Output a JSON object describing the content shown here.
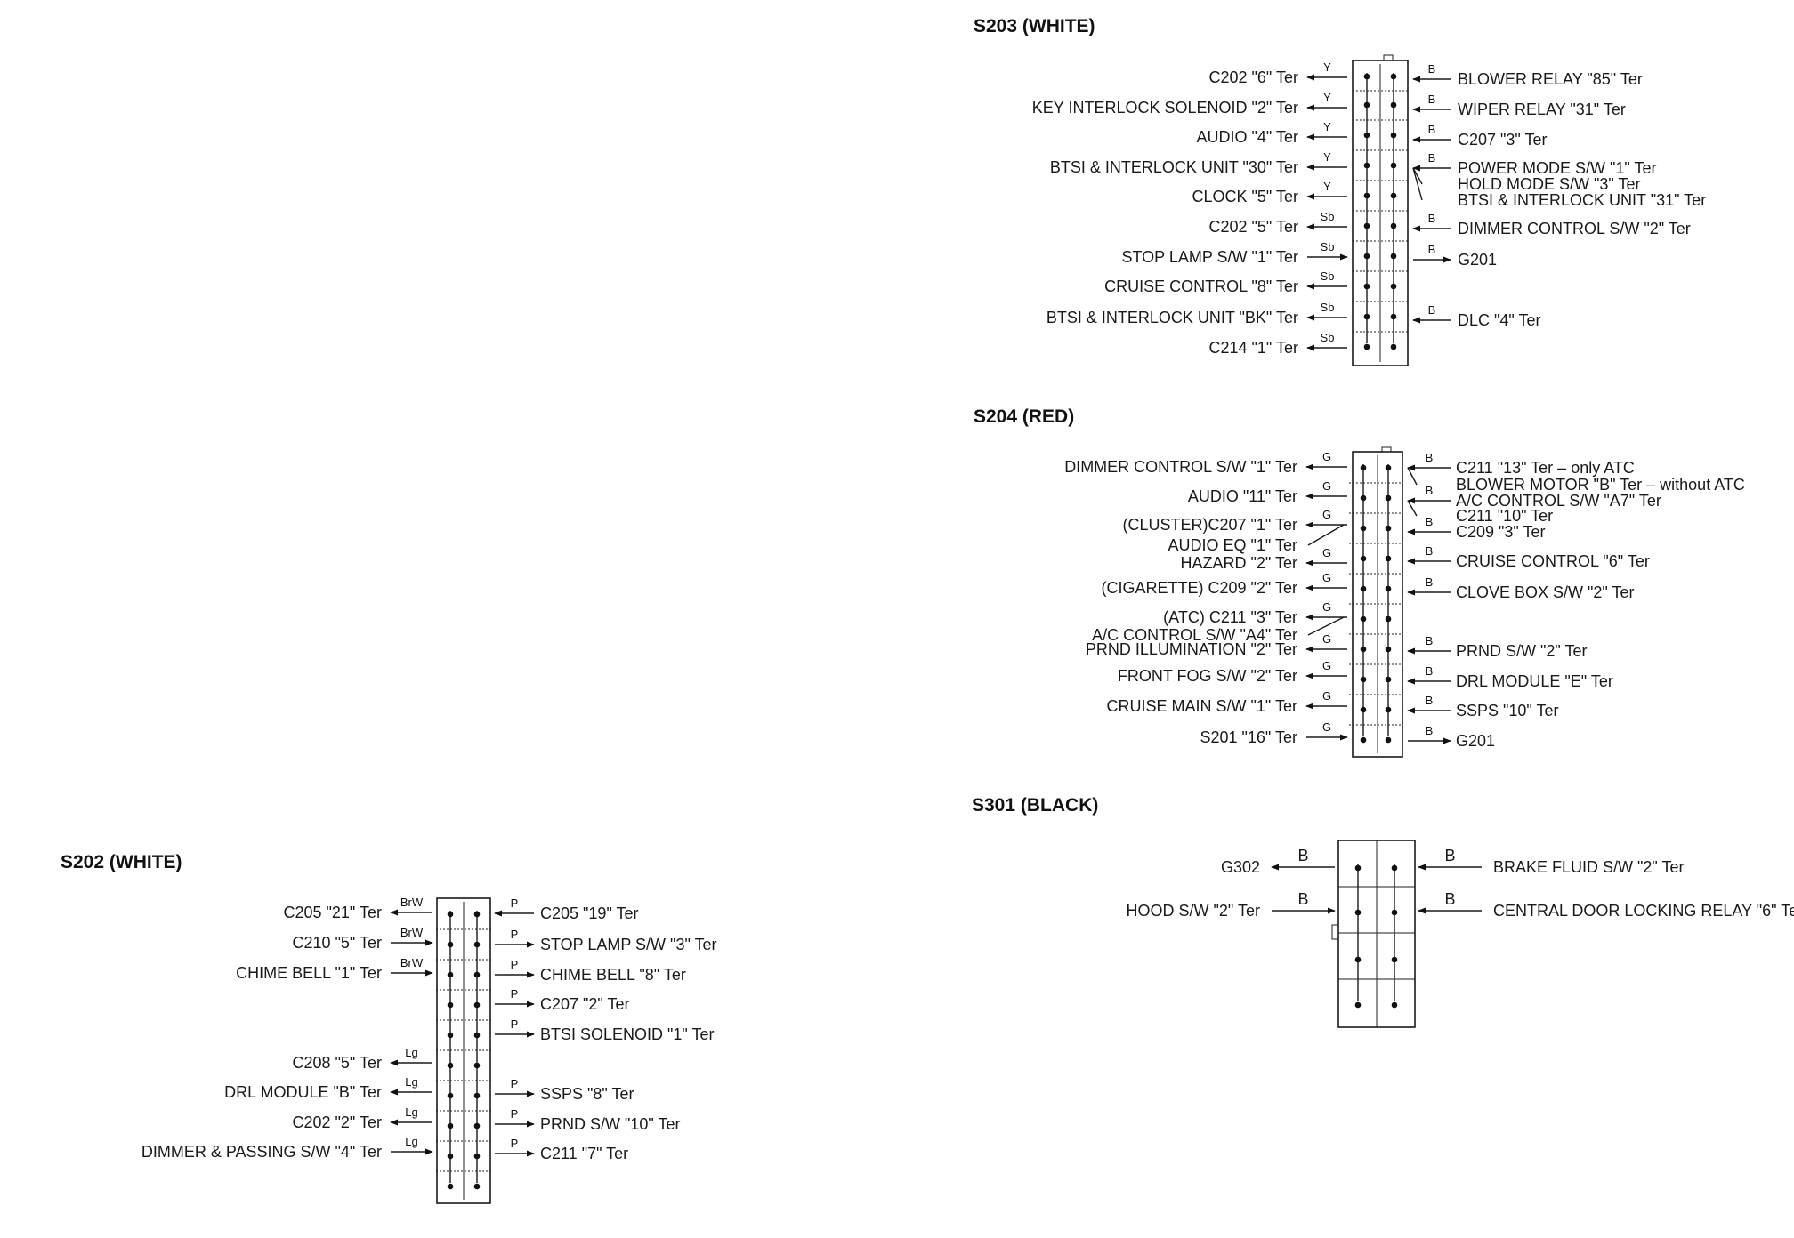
{
  "splices": [
    {
      "id": "s203",
      "title": "S203 (WHITE)",
      "left": [
        {
          "label": "C202 \"6\" Ter",
          "wire": "Y",
          "dir": "out"
        },
        {
          "label": "KEY INTERLOCK SOLENOID \"2\" Ter",
          "wire": "Y",
          "dir": "out"
        },
        {
          "label": "AUDIO \"4\" Ter",
          "wire": "Y",
          "dir": "out"
        },
        {
          "label": "BTSI & INTERLOCK UNIT \"30\" Ter",
          "wire": "Y",
          "dir": "out"
        },
        {
          "label": "CLOCK \"5\" Ter",
          "wire": "Y",
          "dir": "out"
        },
        {
          "label": "C202 \"5\" Ter",
          "wire": "Sb",
          "dir": "out"
        },
        {
          "label": "STOP LAMP S/W \"1\" Ter",
          "wire": "Sb",
          "dir": "in"
        },
        {
          "label": "CRUISE CONTROL \"8\" Ter",
          "wire": "Sb",
          "dir": "out"
        },
        {
          "label": "BTSI & INTERLOCK UNIT \"BK\" Ter",
          "wire": "Sb",
          "dir": "out"
        },
        {
          "label": "C214 \"1\" Ter",
          "wire": "Sb",
          "dir": "out"
        }
      ],
      "right": [
        {
          "label": "BLOWER RELAY \"85\" Ter",
          "wire": "B",
          "dir": "in"
        },
        {
          "label": "WIPER RELAY \"31\" Ter",
          "wire": "B",
          "dir": "in"
        },
        {
          "label": "C207 \"3\" Ter",
          "wire": "B",
          "dir": "in"
        },
        {
          "label": "POWER MODE S/W \"1\" Ter",
          "wire": "B",
          "dir": "in"
        },
        {
          "label": "HOLD MODE S/W \"3\" Ter",
          "wire": "",
          "dir": "in"
        },
        {
          "label": "BTSI & INTERLOCK UNIT \"31\" Ter",
          "wire": "",
          "dir": "in"
        },
        {
          "label": "DIMMER CONTROL S/W \"2\" Ter",
          "wire": "B",
          "dir": "in"
        },
        {
          "label": "G201",
          "wire": "B",
          "dir": "out"
        },
        {
          "label": "DLC \"4\" Ter",
          "wire": "B",
          "dir": "in"
        }
      ]
    },
    {
      "id": "s204",
      "title": "S204 (RED)",
      "left": [
        {
          "label": "DIMMER CONTROL S/W \"1\" Ter",
          "wire": "G",
          "dir": "out"
        },
        {
          "label": "AUDIO \"11\" Ter",
          "wire": "G",
          "dir": "out"
        },
        {
          "label": "(CLUSTER)C207 \"1\" Ter",
          "wire": "G",
          "dir": "out"
        },
        {
          "label": "AUDIO EQ \"1\" Ter",
          "wire": "",
          "dir": "out"
        },
        {
          "label": "HAZARD \"2\" Ter",
          "wire": "G",
          "dir": "out"
        },
        {
          "label": "(CIGARETTE) C209 \"2\" Ter",
          "wire": "G",
          "dir": "out"
        },
        {
          "label": "(ATC) C211 \"3\" Ter",
          "wire": "G",
          "dir": "out"
        },
        {
          "label": "A/C CONTROL S/W \"A4\" Ter",
          "wire": "",
          "dir": "out"
        },
        {
          "label": "PRND ILLUMINATION \"2\" Ter",
          "wire": "G",
          "dir": "out"
        },
        {
          "label": "FRONT FOG S/W \"2\" Ter",
          "wire": "G",
          "dir": "out"
        },
        {
          "label": "CRUISE MAIN S/W \"1\" Ter",
          "wire": "G",
          "dir": "out"
        },
        {
          "label": "S201 \"16\" Ter",
          "wire": "G",
          "dir": "in"
        }
      ],
      "right": [
        {
          "label": "C211 \"13\" Ter – only ATC",
          "wire": "B",
          "dir": "in"
        },
        {
          "label": "BLOWER MOTOR \"B\" Ter – without ATC",
          "wire": "",
          "dir": "in"
        },
        {
          "label": "A/C CONTROL S/W \"A7\" Ter",
          "wire": "B",
          "dir": "in"
        },
        {
          "label": "C211 \"10\" Ter",
          "wire": "",
          "dir": "in"
        },
        {
          "label": "C209 \"3\" Ter",
          "wire": "B",
          "dir": "in"
        },
        {
          "label": "CRUISE CONTROL \"6\" Ter",
          "wire": "B",
          "dir": "in"
        },
        {
          "label": "CLOVE BOX S/W \"2\" Ter",
          "wire": "B",
          "dir": "in"
        },
        {
          "label": "PRND S/W \"2\" Ter",
          "wire": "B",
          "dir": "in"
        },
        {
          "label": "DRL MODULE \"E\" Ter",
          "wire": "B",
          "dir": "in"
        },
        {
          "label": "SSPS \"10\" Ter",
          "wire": "B",
          "dir": "in"
        },
        {
          "label": "G201",
          "wire": "B",
          "dir": "out"
        }
      ]
    },
    {
      "id": "s301",
      "title": "S301 (BLACK)",
      "left": [
        {
          "label": "G302",
          "wire": "B",
          "dir": "out"
        },
        {
          "label": "HOOD S/W \"2\" Ter",
          "wire": "B",
          "dir": "in"
        }
      ],
      "right": [
        {
          "label": "BRAKE FLUID S/W \"2\" Ter",
          "wire": "B",
          "dir": "in"
        },
        {
          "label": "CENTRAL DOOR LOCKING RELAY \"6\" Ter",
          "wire": "B",
          "dir": "in"
        }
      ]
    },
    {
      "id": "s202",
      "title": "S202 (WHITE)",
      "left": [
        {
          "label": "C205 \"21\" Ter",
          "wire": "BrW",
          "dir": "out"
        },
        {
          "label": "C210 \"5\" Ter",
          "wire": "BrW",
          "dir": "in"
        },
        {
          "label": "CHIME BELL \"1\" Ter",
          "wire": "BrW",
          "dir": "in"
        },
        {
          "label": "C208 \"5\" Ter",
          "wire": "Lg",
          "dir": "out"
        },
        {
          "label": "DRL MODULE \"B\" Ter",
          "wire": "Lg",
          "dir": "out"
        },
        {
          "label": "C202 \"2\" Ter",
          "wire": "Lg",
          "dir": "out"
        },
        {
          "label": "DIMMER & PASSING S/W \"4\" Ter",
          "wire": "Lg",
          "dir": "in"
        }
      ],
      "right": [
        {
          "label": "C205 \"19\" Ter",
          "wire": "P",
          "dir": "in"
        },
        {
          "label": "STOP LAMP S/W \"3\" Ter",
          "wire": "P",
          "dir": "out"
        },
        {
          "label": "CHIME BELL \"8\" Ter",
          "wire": "P",
          "dir": "out"
        },
        {
          "label": "C207 \"2\" Ter",
          "wire": "P",
          "dir": "out"
        },
        {
          "label": "BTSI SOLENOID \"1\" Ter",
          "wire": "P",
          "dir": "out"
        },
        {
          "label": "SSPS \"8\" Ter",
          "wire": "P",
          "dir": "out"
        },
        {
          "label": "PRND S/W \"10\" Ter",
          "wire": "P",
          "dir": "out"
        },
        {
          "label": "C211 \"7\" Ter",
          "wire": "P",
          "dir": "out"
        }
      ]
    }
  ]
}
